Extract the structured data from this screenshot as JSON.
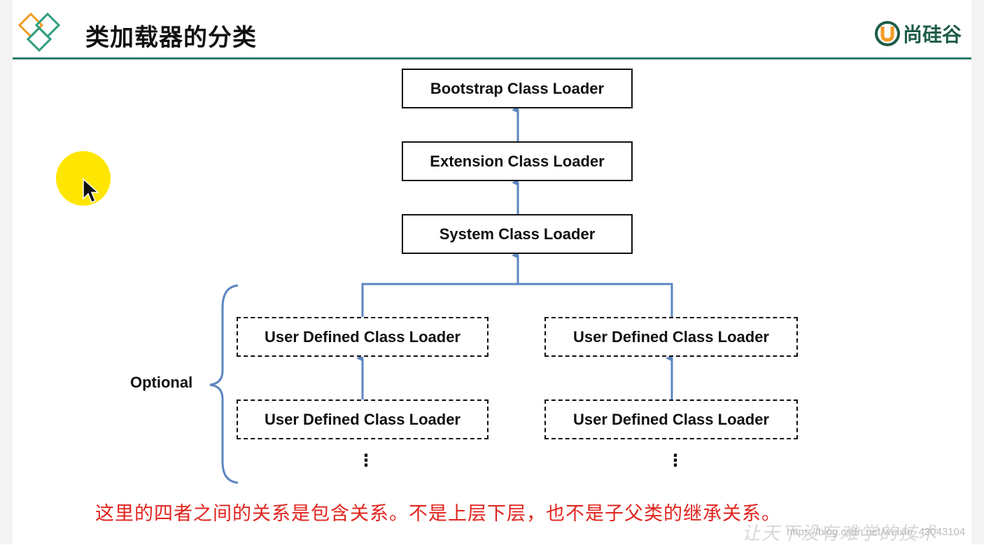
{
  "header": {
    "title": "类加载器的分类",
    "brand_text": "尚硅谷"
  },
  "diagram": {
    "bootstrap": "Bootstrap Class Loader",
    "extension": "Extension Class Loader",
    "system": "System Class Loader",
    "user_defined": [
      "User Defined Class Loader",
      "User Defined Class Loader",
      "User Defined Class Loader",
      "User Defined Class Loader"
    ],
    "optional_label": "Optional",
    "ellipsis": "⋮"
  },
  "note": "这里的四者之间的关系是包含关系。不是上层下层，也不是子父类的继承关系。",
  "watermark": {
    "handwritten": "让天下没有难学的技术",
    "url": "https://blog.csdn.net/weixin_43043104"
  },
  "colors": {
    "accent_rule": "#2e7d6e",
    "arrow": "#5b86c0",
    "note_text": "#e0241e",
    "cursor_highlight": "#ffe600"
  }
}
